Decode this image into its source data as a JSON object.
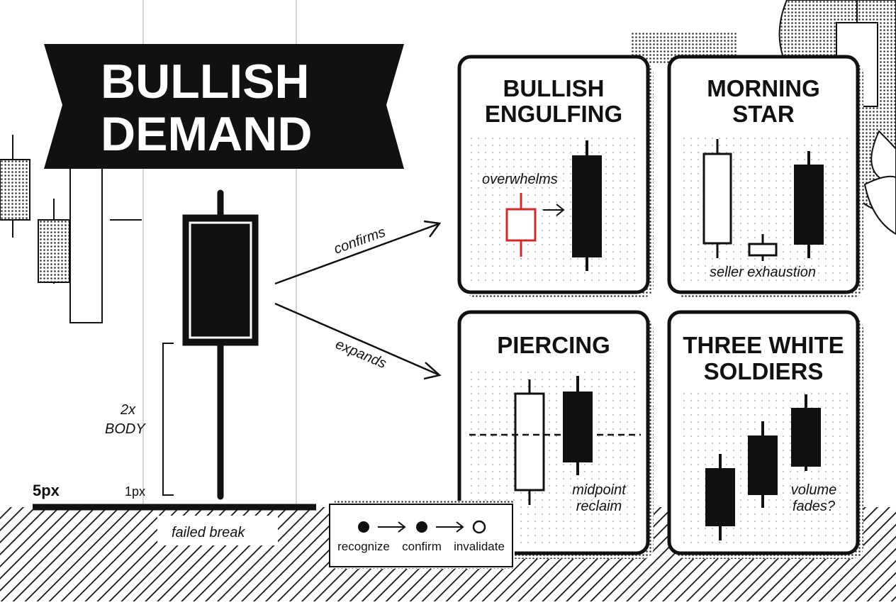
{
  "banner": {
    "line1": "BULLISH",
    "line2": "DEMAND"
  },
  "main_candle": {
    "wick_note_line1": "2x",
    "wick_note_line2": "BODY",
    "stroke_thick": "5px",
    "stroke_thin": "1px",
    "base_label": "failed break"
  },
  "arrows": {
    "upper": "confirms",
    "lower": "expands"
  },
  "cards": {
    "engulfing": {
      "title1": "BULLISH",
      "title2": "ENGULFING",
      "note": "overwhelms"
    },
    "morning": {
      "title1": "MORNING",
      "title2": "STAR",
      "note": "seller exhaustion"
    },
    "piercing": {
      "title1": "PIERCING",
      "note1": "midpoint",
      "note2": "reclaim"
    },
    "soldiers": {
      "title1": "THREE WHITE",
      "title2": "SOLDIERS",
      "note1": "volume",
      "note2": "fades?"
    }
  },
  "legend": {
    "steps": [
      "recognize",
      "confirm",
      "invalidate"
    ]
  },
  "colors": {
    "ink": "#111111",
    "accent_red": "#d62828",
    "paper": "#ffffff",
    "grid": "#bbbbbb"
  }
}
